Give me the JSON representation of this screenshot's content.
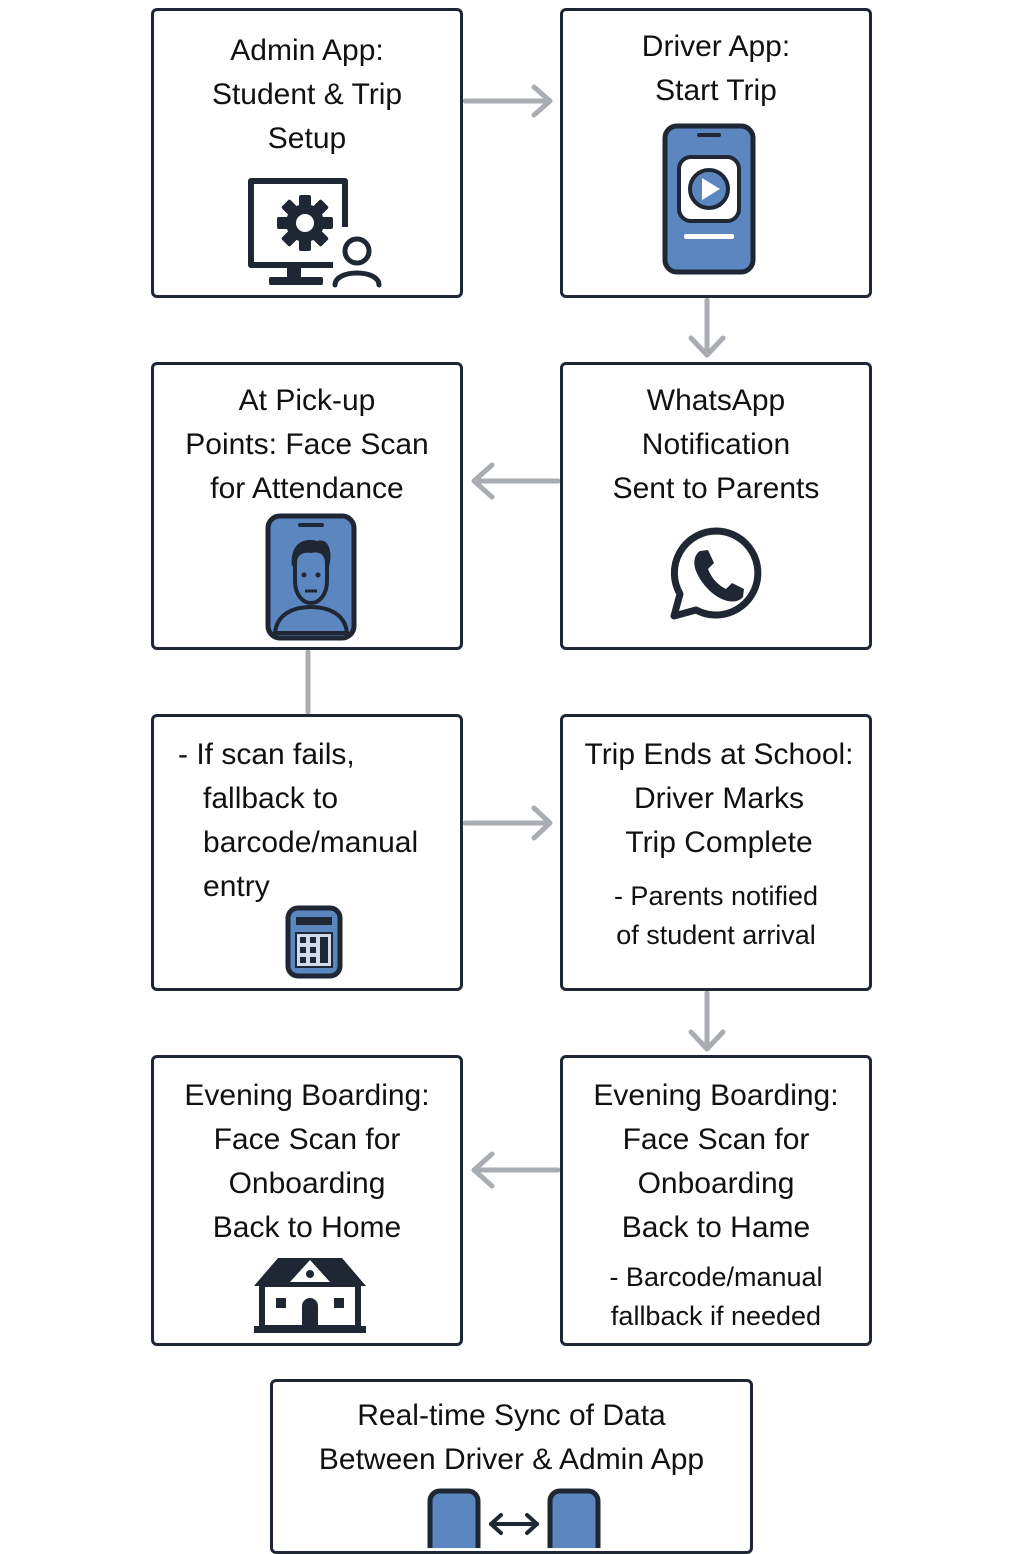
{
  "steps": [
    {
      "title": "Admin App:\nStudent & Trip\nSetup",
      "icon": "monitor-gear-user-icon"
    },
    {
      "title": "Driver App:\nStart Trip",
      "icon": "phone-play-icon"
    },
    {
      "title": "WhatsApp\nNotification\nSent to Parents",
      "icon": "whatsapp-icon"
    },
    {
      "title": "At Pick-up\nPoints: Face Scan\nfor Attendance",
      "icon": "phone-face-icon"
    },
    {
      "title": "- If scan fails,\n   fallback to\n   barcode/manual\n   entry",
      "icon": "barcode-scanner-icon"
    },
    {
      "title": "Trip Ends at School:\nDriver Marks\nTrip Complete",
      "note": "- Parents notified\nof student arrival"
    },
    {
      "title": "Evening Boarding:\nFace Scan for\nOnboarding\nBack to Hame",
      "note": "- Barcode/manual\nfallback if needed"
    },
    {
      "title": "Evening Boarding:\nFace Scan for\nOnboarding\nBack to Home",
      "icon": "house-icon"
    },
    {
      "title": "Real-time Sync of Data\nBetween Driver & Admin App",
      "icon": "two-phones-sync-icon"
    }
  ],
  "colors": {
    "border": "#1e2733",
    "accent": "#5b86c0",
    "arrow": "#a9adb1"
  }
}
